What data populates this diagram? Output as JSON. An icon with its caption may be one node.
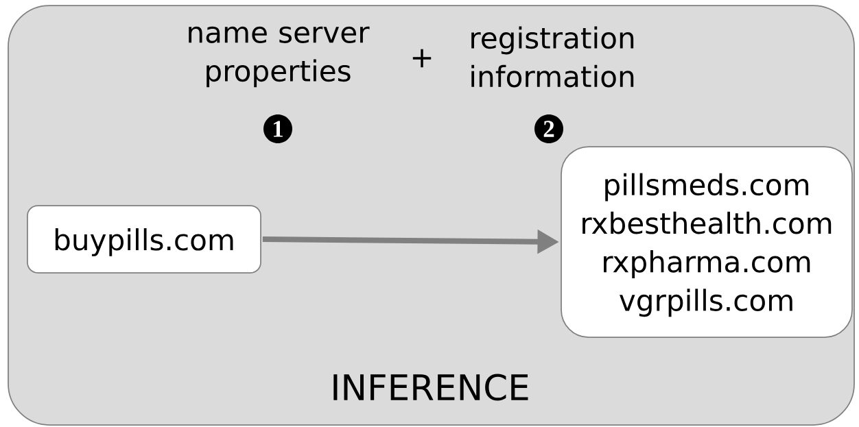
{
  "diagram": {
    "nodes": [
      {
        "text": [
          "INFERENCE"
        ]
      },
      {
        "text": [
          "buypills.com"
        ],
        "in": 0
      },
      {
        "text": [
          "pillsmeds.com",
          "rxbesthealth.com",
          "rxpharma.com",
          "vgrpills.com"
        ],
        "in": 0
      }
    ],
    "edges": [
      {
        "from": 1,
        "to": 2,
        "arrow": "to"
      }
    ],
    "labels": [
      "name server properties",
      "+",
      "registration information",
      "1",
      "2"
    ]
  }
}
